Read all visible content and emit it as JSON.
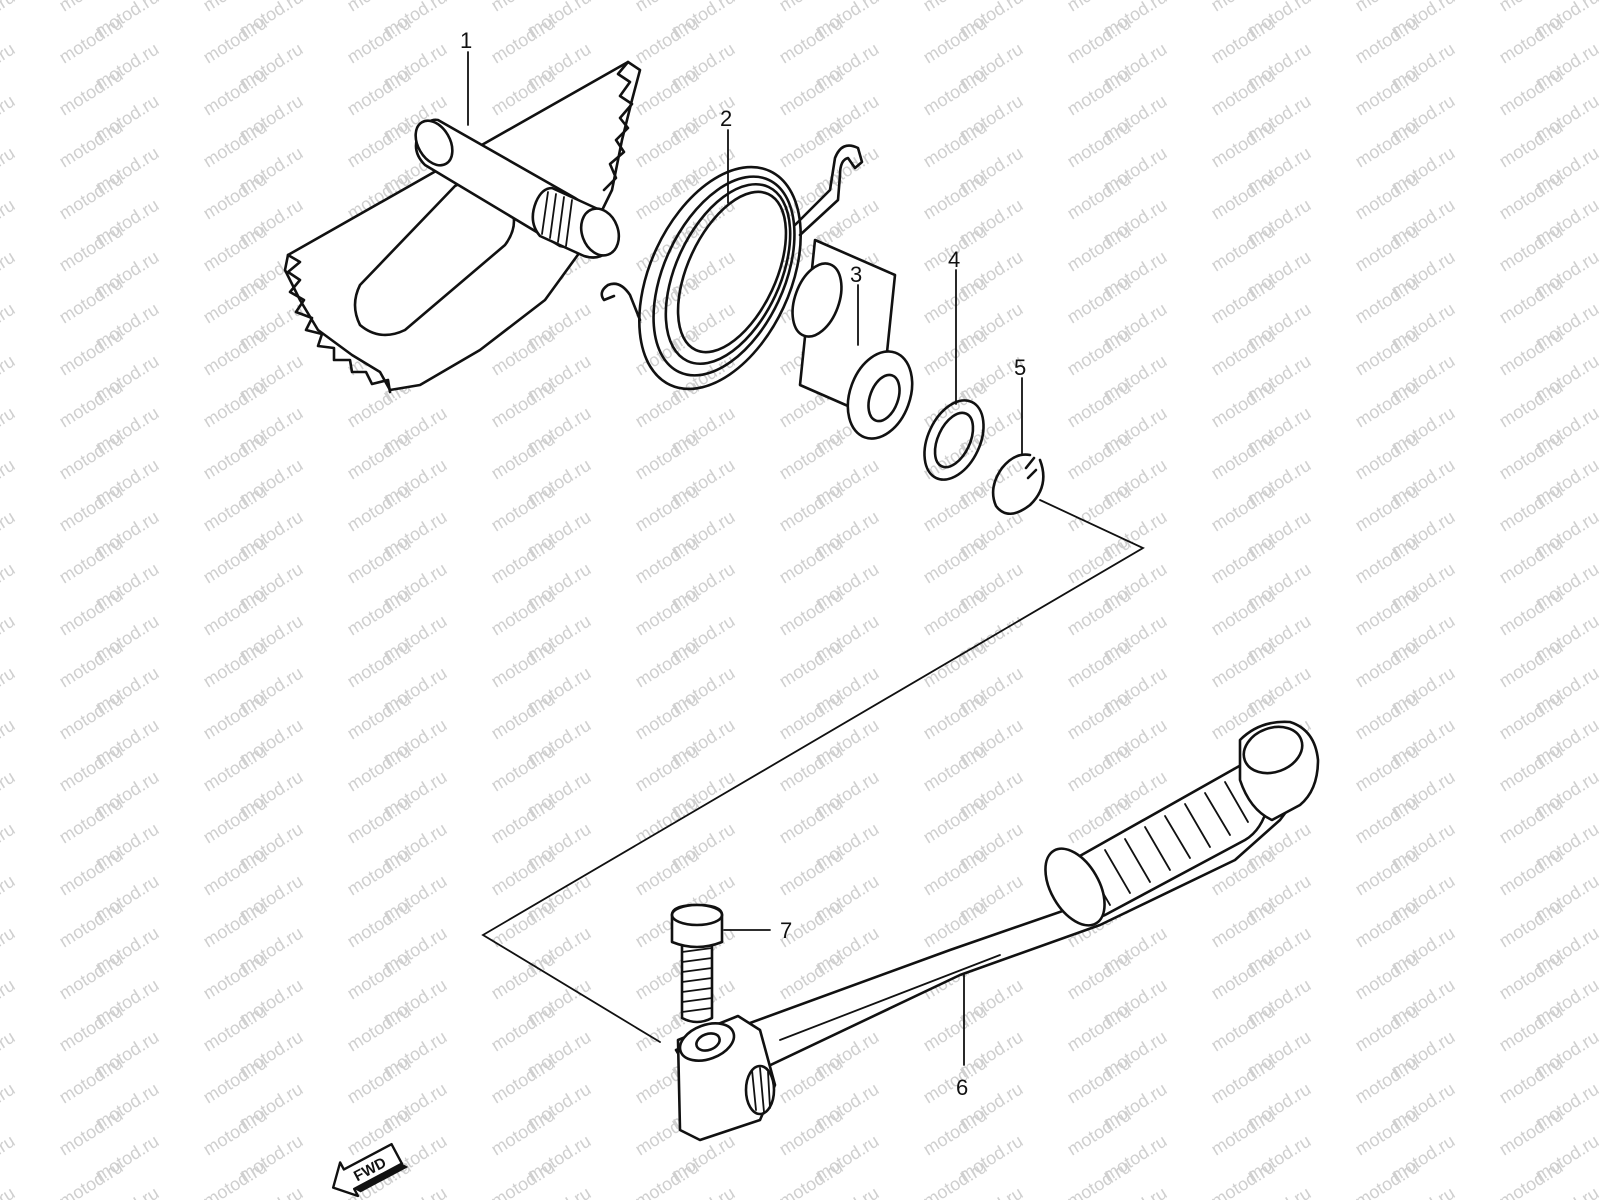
{
  "watermark": {
    "text": "motod.ru",
    "color": "#cfcfcf"
  },
  "colors": {
    "line": "#111111",
    "background": "#ffffff"
  },
  "callouts": [
    {
      "id": "1",
      "label": "1",
      "part": "kick-starter-shaft"
    },
    {
      "id": "2",
      "label": "2",
      "part": "return-spring"
    },
    {
      "id": "3",
      "label": "3",
      "part": "spring-guide"
    },
    {
      "id": "4",
      "label": "4",
      "part": "washer"
    },
    {
      "id": "5",
      "label": "5",
      "part": "circlip"
    },
    {
      "id": "6",
      "label": "6",
      "part": "kick-starter-lever"
    },
    {
      "id": "7",
      "label": "7",
      "part": "bolt"
    }
  ],
  "direction_badge": {
    "label": "FWD",
    "icon": "fwd-arrow-icon"
  }
}
